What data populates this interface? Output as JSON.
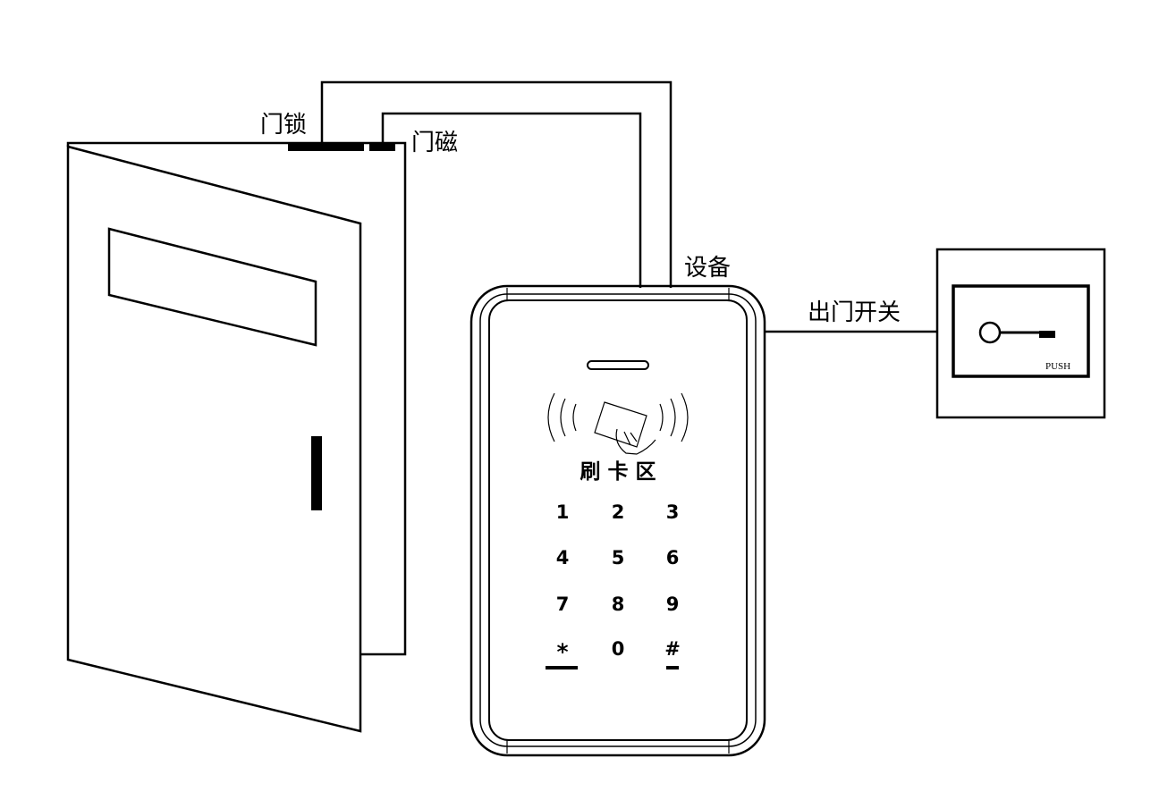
{
  "labels": {
    "door_lock": "门锁",
    "door_sensor": "门磁",
    "device": "设备",
    "exit_switch": "出门开关"
  },
  "reader": {
    "swipe_area": "刷 卡 区",
    "keys": [
      "1",
      "2",
      "3",
      "4",
      "5",
      "6",
      "7",
      "8",
      "9",
      "*",
      "0",
      "#"
    ],
    "star_caption": "",
    "hash_caption": ""
  },
  "exit_button": {
    "push_label": "PUSH",
    "icon": "key-icon"
  },
  "colors": {
    "line": "#000000",
    "background": "#ffffff"
  }
}
